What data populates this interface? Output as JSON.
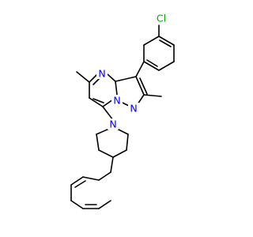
{
  "diagram": {
    "atom_labels": {
      "cl": "Cl",
      "n_ring6": "N",
      "n_pyrazole": "N",
      "n_bridge": "N",
      "n_piperidine": "N"
    },
    "colors": {
      "bond": "#000000",
      "carbon": "#000000",
      "nitrogen": "#0000ff",
      "chlorine": "#00aa00",
      "background": "#ffffff"
    }
  }
}
